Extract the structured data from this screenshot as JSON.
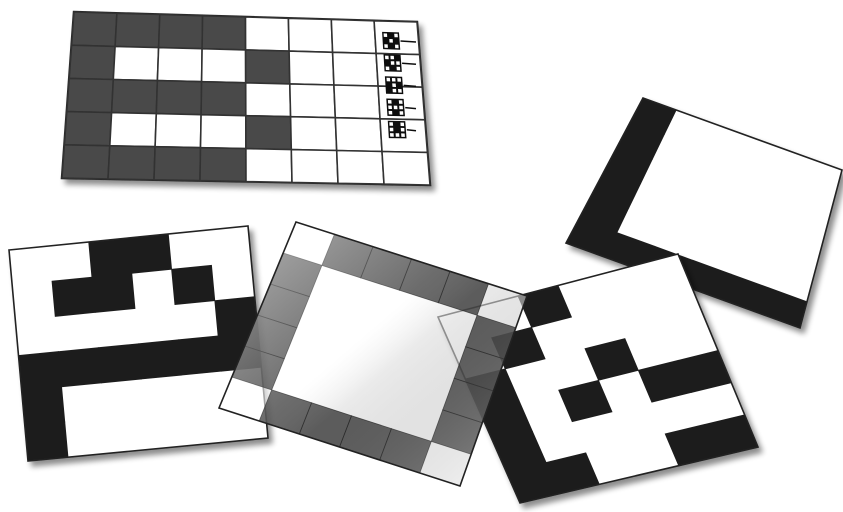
{
  "colors": {
    "black": "#1e1e1e",
    "dark_gray": "#4a4a4a",
    "white": "#ffffff",
    "outline": "#222222",
    "shadow": "#000000"
  },
  "board": {
    "rows": 5,
    "cols": 8,
    "cells": [
      [
        1,
        1,
        1,
        1,
        0,
        0,
        0,
        0
      ],
      [
        1,
        0,
        0,
        0,
        1,
        0,
        0,
        0
      ],
      [
        1,
        1,
        1,
        1,
        0,
        0,
        0,
        0
      ],
      [
        1,
        0,
        0,
        0,
        1,
        0,
        0,
        0
      ],
      [
        1,
        1,
        1,
        1,
        0,
        0,
        0,
        0
      ]
    ],
    "legend_icons": [
      [
        [
          1,
          0,
          1
        ],
        [
          0,
          1,
          0
        ],
        [
          1,
          0,
          1
        ]
      ],
      [
        [
          1,
          1,
          0
        ],
        [
          0,
          1,
          1
        ],
        [
          1,
          0,
          1
        ]
      ],
      [
        [
          1,
          1,
          1
        ],
        [
          0,
          1,
          0
        ],
        [
          0,
          1,
          1
        ]
      ],
      [
        [
          1,
          0,
          1
        ],
        [
          1,
          1,
          1
        ],
        [
          1,
          0,
          1
        ]
      ],
      [
        [
          1,
          0,
          1
        ],
        [
          1,
          0,
          1
        ],
        [
          1,
          1,
          1
        ]
      ]
    ]
  },
  "tiles": [
    {
      "id": "tile-face",
      "grid": [
        [
          0,
          0,
          1,
          1,
          0,
          0
        ],
        [
          0,
          1,
          1,
          0,
          1,
          0
        ],
        [
          0,
          0,
          0,
          0,
          0,
          1
        ],
        [
          1,
          1,
          1,
          1,
          1,
          1
        ],
        [
          1,
          0,
          0,
          0,
          0,
          0
        ],
        [
          1,
          0,
          0,
          0,
          0,
          0
        ]
      ]
    },
    {
      "id": "tile-translucent-frame",
      "grid": [
        [
          0,
          1,
          1,
          1,
          1,
          0
        ],
        [
          1,
          0,
          0,
          0,
          0,
          1
        ],
        [
          1,
          0,
          0,
          0,
          0,
          1
        ],
        [
          1,
          0,
          0,
          0,
          0,
          1
        ],
        [
          1,
          0,
          0,
          0,
          0,
          1
        ],
        [
          0,
          1,
          1,
          1,
          1,
          0
        ]
      ]
    },
    {
      "id": "tile-pattern",
      "grid": [
        [
          0,
          0,
          1,
          0,
          0,
          0
        ],
        [
          0,
          1,
          0,
          0,
          0,
          0
        ],
        [
          1,
          0,
          0,
          1,
          0,
          0
        ],
        [
          1,
          0,
          1,
          0,
          1,
          1
        ],
        [
          1,
          0,
          0,
          0,
          0,
          0
        ],
        [
          1,
          1,
          0,
          0,
          1,
          1
        ]
      ]
    },
    {
      "id": "tile-corner",
      "grid": [
        [
          1,
          0,
          0,
          0,
          0,
          0
        ],
        [
          1,
          0,
          0,
          0,
          0,
          0
        ],
        [
          1,
          0,
          0,
          0,
          0,
          0
        ],
        [
          1,
          0,
          0,
          0,
          0,
          0
        ],
        [
          1,
          0,
          0,
          0,
          0,
          0
        ],
        [
          1,
          1,
          1,
          1,
          1,
          1
        ]
      ]
    }
  ]
}
